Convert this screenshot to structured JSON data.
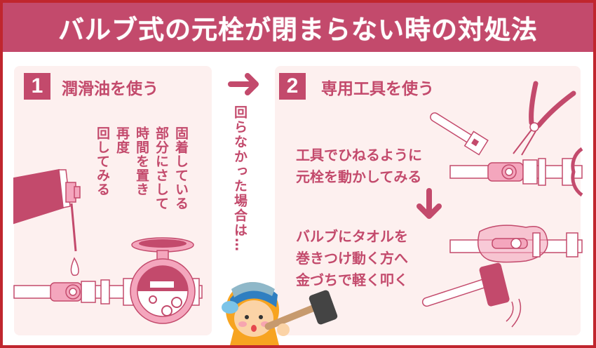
{
  "header": {
    "title": "バルブ式の元栓が閉まらない時の対処法",
    "background_color": "#c34a6c",
    "border_color": "#c0262e"
  },
  "step1": {
    "number": "1",
    "title": "潤滑油を使う",
    "instruction_lines": [
      "固着している",
      "部分にさして",
      "時間を置き",
      "再度",
      "回してみる"
    ]
  },
  "transition": {
    "arrow_icon": "right-arrow",
    "text": "回らなかった場合は…"
  },
  "step2": {
    "number": "2",
    "title": "専用工具を使う",
    "instruction_a": "工具でひねるように\n元栓を動かしてみる",
    "arrow_icon": "down-arrow",
    "instruction_b": "バルブにタオルを\n巻きつけ動く方へ\n金づちで軽く叩く"
  },
  "colors": {
    "accent": "#c34a6c",
    "panel_bg": "#fdf0ef",
    "light_pink": "#f4a6bd"
  }
}
